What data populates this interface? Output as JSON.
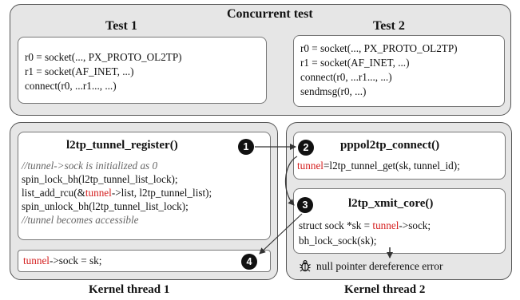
{
  "top": {
    "title": "Concurrent test",
    "test1": {
      "label": "Test 1",
      "lines": [
        "r0 = socket(..., PX_PROTO_OL2TP)",
        "r1 = socket(AF_INET, ...)",
        "connect(r0, ...r1..., ...)"
      ]
    },
    "test2": {
      "label": "Test 2",
      "lines": [
        "r0 = socket(..., PX_PROTO_OL2TP)",
        "r1 = socket(AF_INET, ...)",
        "connect(r0, ...r1..., ...)",
        "sendmsg(r0, ...)"
      ]
    }
  },
  "thread1": {
    "label": "Kernel thread 1",
    "func": "l2tp_tunnel_register()",
    "comment1": "//tunnel->sock is initialized as 0",
    "line1": "spin_lock_bh(l2tp_tunnel_list_lock);",
    "line2_pre": "list_add_rcu(&",
    "line2_red": "tunnel",
    "line2_post": "->list, l2tp_tunnel_list);",
    "line3": "spin_unlock_bh(l2tp_tunnel_list_lock);",
    "comment2": "//tunnel becomes accessible",
    "assign_red": "tunnel",
    "assign_post": "->sock = sk;"
  },
  "thread2": {
    "label": "Kernel thread 2",
    "func1": "pppol2tp_connect()",
    "f1_red": "tunnel",
    "f1_post": "=l2tp_tunnel_get(sk, tunnel_id);",
    "func2": "l2tp_xmit_core()",
    "f2_l1_pre": "struct sock *sk = ",
    "f2_l1_red": "tunnel",
    "f2_l1_post": "->sock;",
    "f2_l2": "bh_lock_sock(sk);",
    "error": "null pointer dereference error"
  },
  "steps": [
    "1",
    "2",
    "3",
    "4"
  ],
  "colors": {
    "highlight": "#d42020",
    "panel": "#e6e6e6"
  },
  "icons": [
    "bug-icon"
  ]
}
